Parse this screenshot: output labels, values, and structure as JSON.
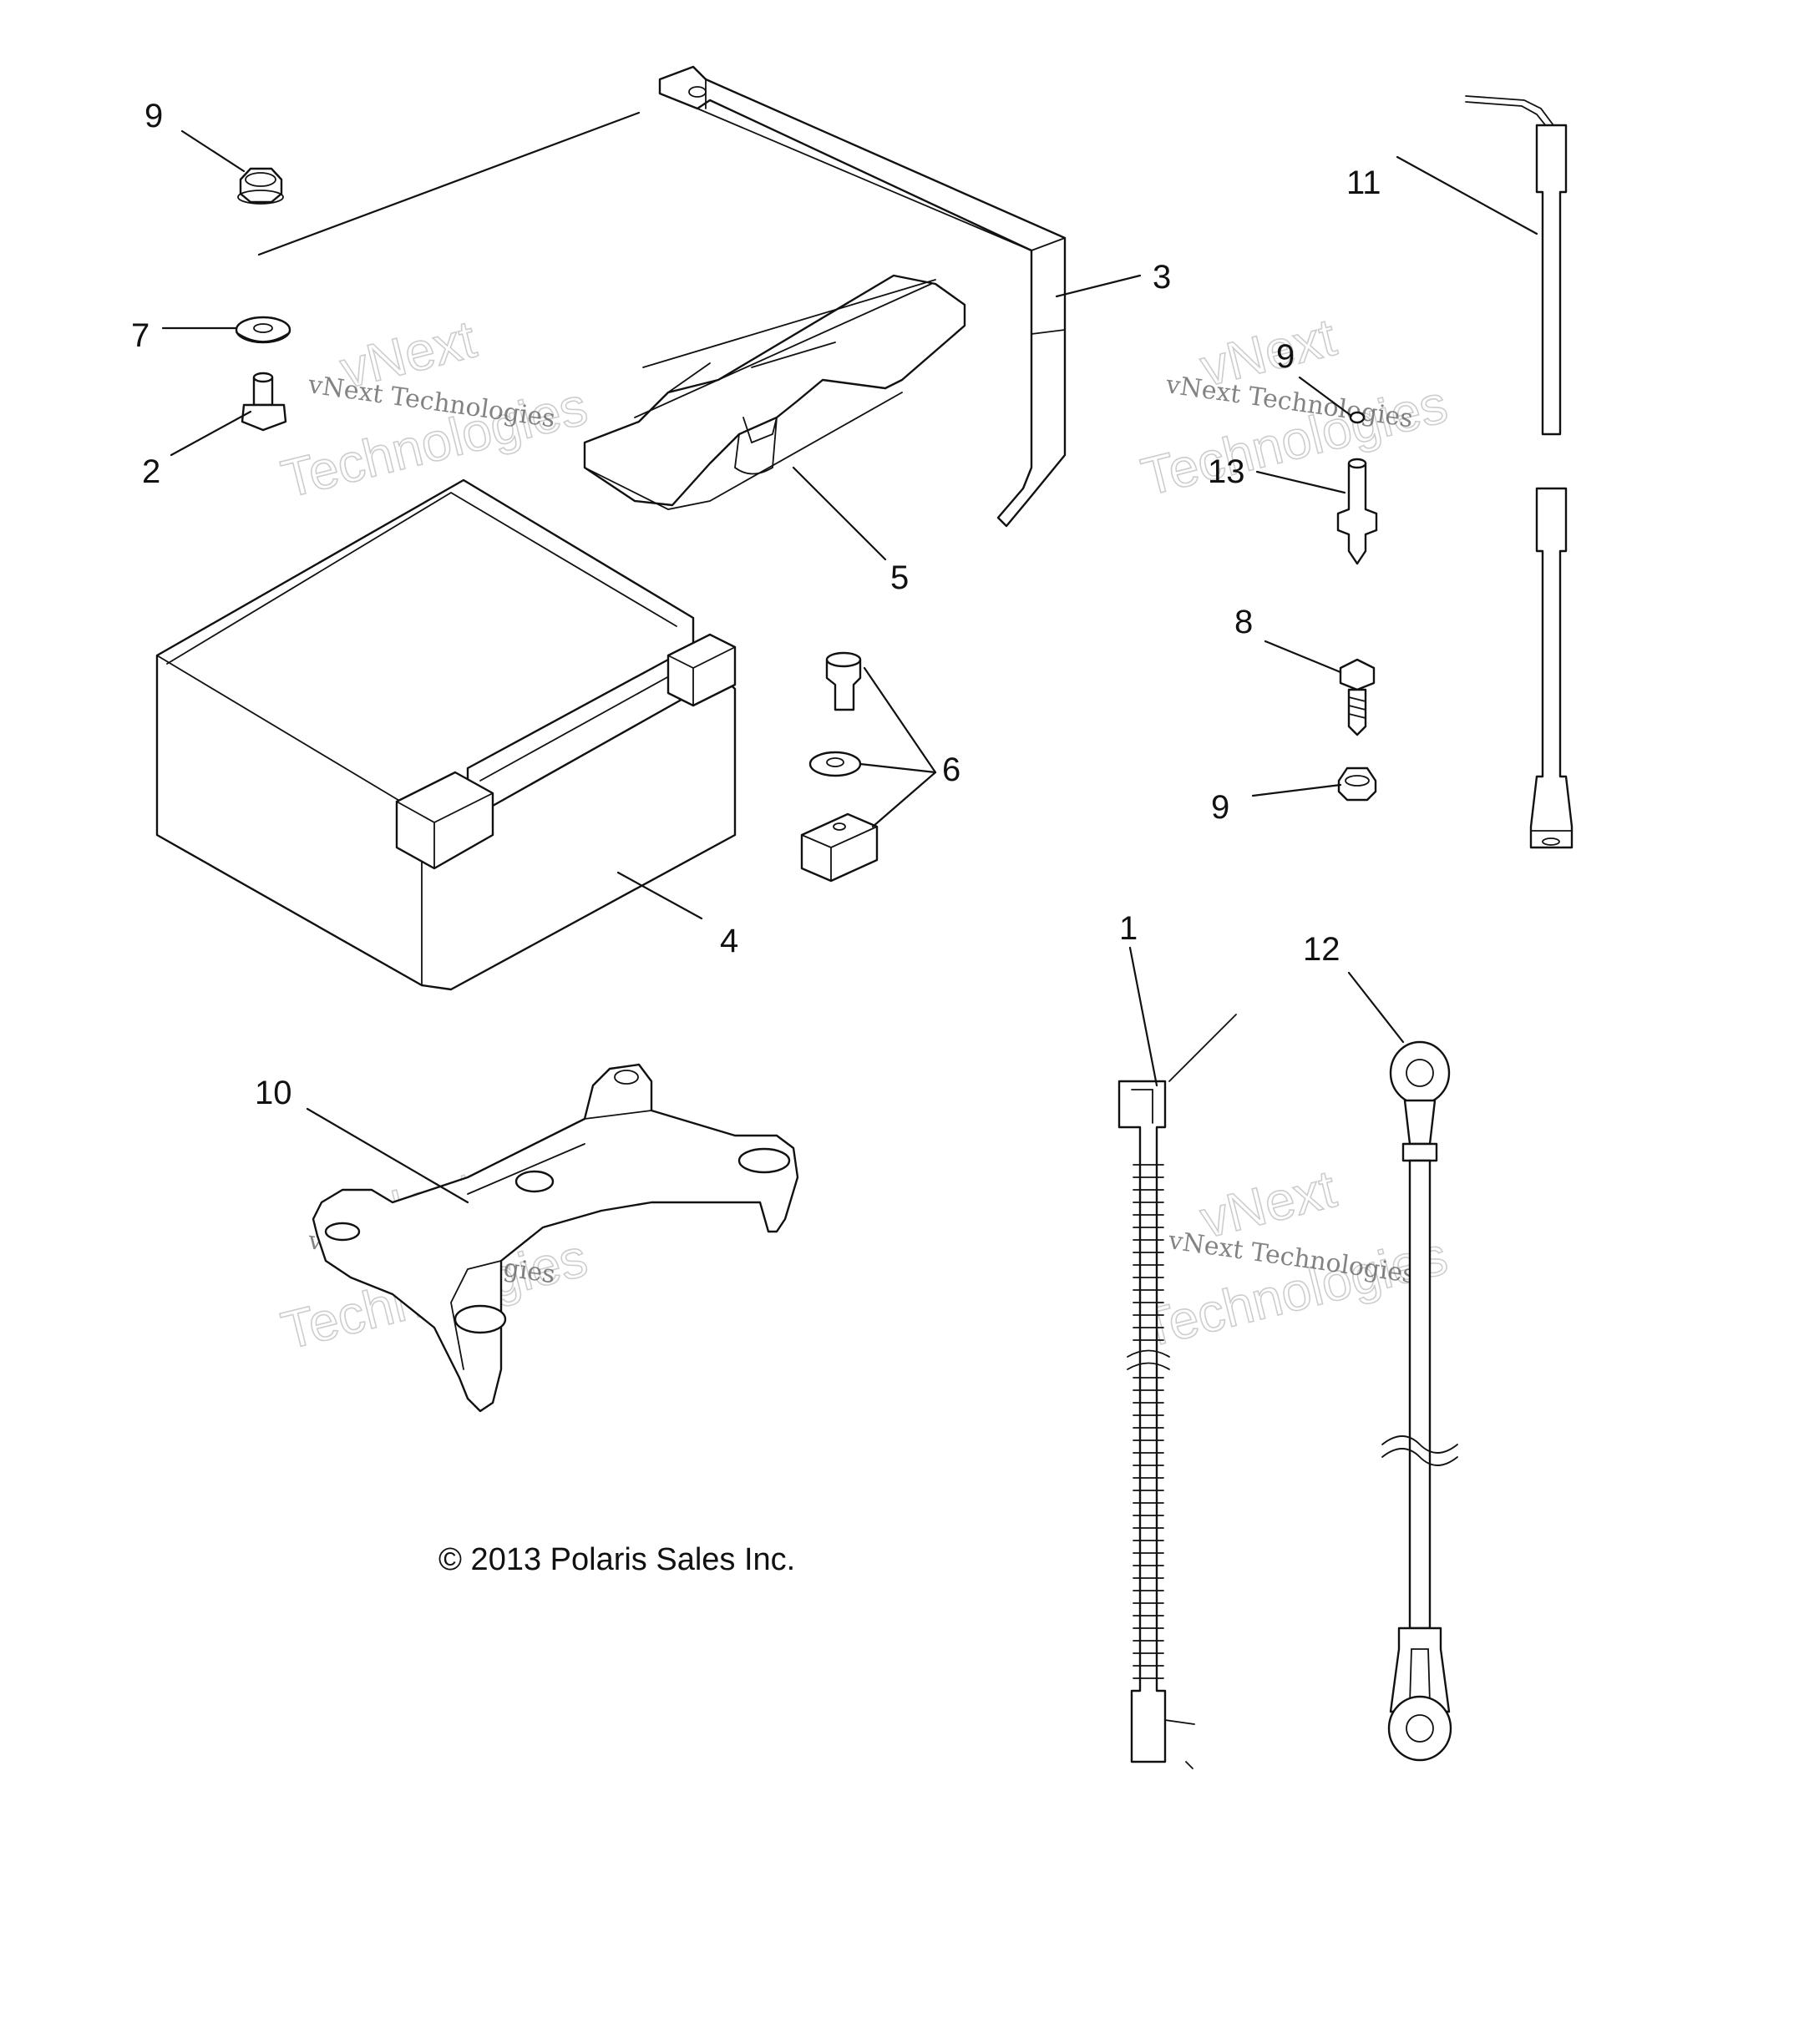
{
  "callouts": [
    {
      "id": "1",
      "label": "1"
    },
    {
      "id": "2",
      "label": "2"
    },
    {
      "id": "3",
      "label": "3"
    },
    {
      "id": "4",
      "label": "4"
    },
    {
      "id": "5",
      "label": "5"
    },
    {
      "id": "6",
      "label": "6"
    },
    {
      "id": "7",
      "label": "7"
    },
    {
      "id": "8",
      "label": "8"
    },
    {
      "id": "9a",
      "label": "9"
    },
    {
      "id": "9b",
      "label": "9"
    },
    {
      "id": "9c",
      "label": "9"
    },
    {
      "id": "10",
      "label": "10"
    },
    {
      "id": "11",
      "label": "11"
    },
    {
      "id": "12",
      "label": "12"
    },
    {
      "id": "13",
      "label": "13"
    }
  ],
  "copyright": "© 2013 Polaris Sales Inc.",
  "watermark": {
    "line1": "vNext",
    "line2": "Technologies",
    "full": "vNext Technologies"
  },
  "colors": {
    "ink": "#111111",
    "background": "#ffffff",
    "watermark": "#b8b8b8"
  }
}
